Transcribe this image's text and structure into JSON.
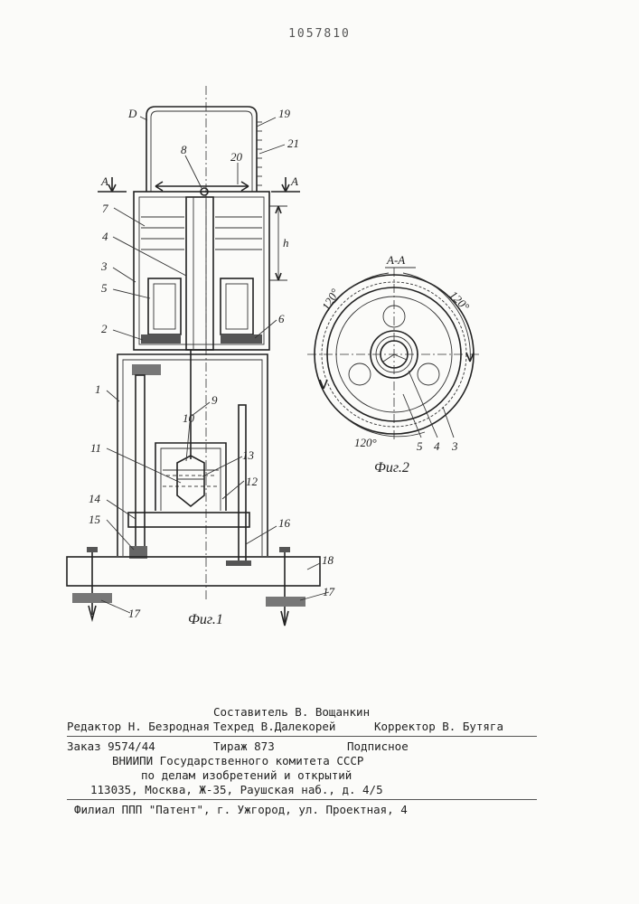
{
  "patent_number": "1057810",
  "figure1": {
    "caption": "Фиг.1",
    "labels": {
      "d": "D",
      "n19": "19",
      "n21": "21",
      "n8": "8",
      "n20": "20",
      "a_left": "A",
      "a_right": "A",
      "n7": "7",
      "n4": "4",
      "h": "h",
      "n3": "3",
      "n5": "5",
      "n2": "2",
      "n6": "6",
      "n1": "1",
      "n9": "9",
      "n10": "10",
      "n11": "11",
      "n13": "13",
      "n12": "12",
      "n14": "14",
      "n15": "15",
      "n16": "16",
      "n18": "18",
      "n17_left": "17",
      "n17_right": "17"
    }
  },
  "figure2": {
    "caption": "Фиг.2",
    "section": "A-A",
    "labels": {
      "deg_left": "120°",
      "deg_right": "120°",
      "deg_bottom": "120°",
      "n5": "5",
      "n4": "4",
      "n3": "3"
    }
  },
  "colophon": {
    "compiler": "Составитель В. Вощанкин",
    "editor": "Редактор Н. Безродная",
    "techred": "Техред В.Далекорей",
    "corrector": "Корректор В. Бутяга",
    "order": "Заказ 9574/44",
    "circulation": "Тираж 873",
    "subscription": "Подписное",
    "institute": "ВНИИПИ Государственного комитета СССР",
    "affairs": "по делам изобретений и открытий",
    "address": "113035, Москва, Ж-35, Раушская наб., д. 4/5",
    "branch": "Филиал ППП \"Патент\", г. Ужгород, ул. Проектная, 4"
  }
}
